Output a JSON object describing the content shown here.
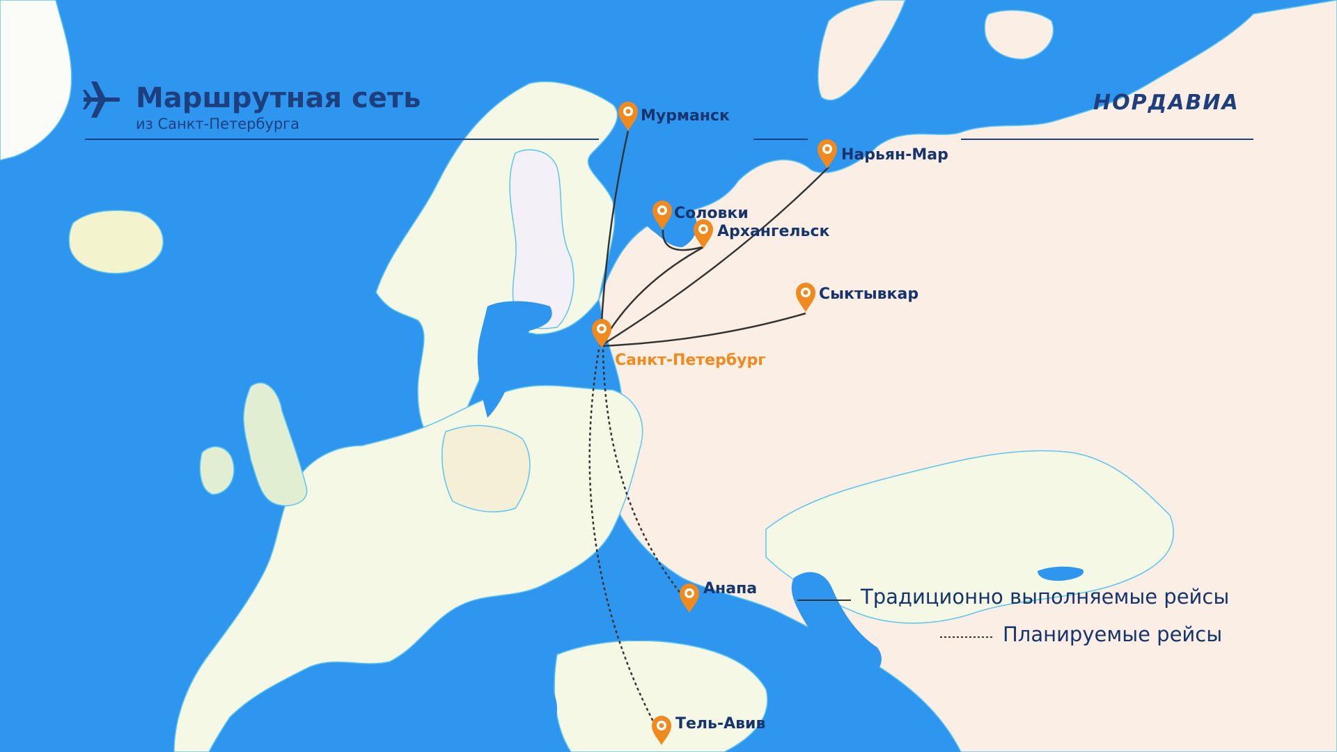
{
  "header": {
    "title": "Маршрутная сеть",
    "subtitle": "из Санкт-Петербурга",
    "brand": "НОРДАВИА"
  },
  "hub": {
    "name": "Санкт-Петербург"
  },
  "cities": {
    "murmansk": "Мурманск",
    "naryan_mar": "Нарьян-Мар",
    "solovki": "Соловки",
    "arkhangelsk": "Архангельск",
    "syktyvkar": "Сыктывкар",
    "anapa": "Анапа",
    "tel_aviv": "Тель-Авив"
  },
  "legend": {
    "regular": "Традиционно выполняемые рейсы",
    "planned": "Планируемые рейсы"
  },
  "colors": {
    "sea": "#2f96f0",
    "russia": "#fbeee4",
    "europe": "#f4f8e4",
    "title": "#1d3f7e",
    "marker": "#f08a1e",
    "route": "#333333"
  }
}
